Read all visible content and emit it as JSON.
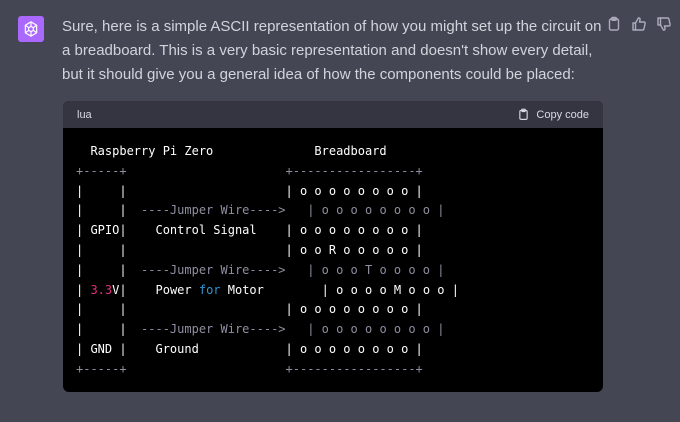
{
  "message": {
    "text": "Sure, here is a simple ASCII representation of how you might set up the circuit on a breadboard. This is a very basic representation and doesn't show every detail, but it should give you a general idea of how the components could be placed:"
  },
  "actions": {
    "icons": [
      "clipboard-icon",
      "thumbs-up-icon",
      "thumbs-down-icon"
    ]
  },
  "code": {
    "language": "lua",
    "copy_label": "Copy code",
    "lines": {
      "l1": "  Raspberry Pi Zero              Breadboard",
      "l2": "+-----+                      +-----------------+",
      "l3": "|     |                      | o o o o o o o o |",
      "l4a": "|     |",
      "l4b": "  ----Jumper Wire---->   | o o o o o o o o |",
      "l5": "| GPIO|    Control Signal    | o o o o o o o o |",
      "l6": "|     |                      | o o R o o o o o |",
      "l7a": "|     |",
      "l7b": "  ----Jumper Wire---->   | o o o T o o o o |",
      "l8a": "| ",
      "l8num": "3.3",
      "l8b": "V|    Power ",
      "l8kw": "for",
      "l8c": " Motor        | o o o o M o o o |",
      "l9": "|     |                      | o o o o o o o o |",
      "l10a": "|     |",
      "l10b": "  ----Jumper Wire---->   | o o o o o o o o |",
      "l11": "| GND |    Ground            | o o o o o o o o |",
      "l12": "+-----+                      +-----------------+"
    }
  },
  "colors": {
    "background": "#444654",
    "avatar": "#ab68ff",
    "code_bg": "#000000",
    "code_header": "#343541",
    "number": "#df3079",
    "keyword": "#2e95d3"
  }
}
